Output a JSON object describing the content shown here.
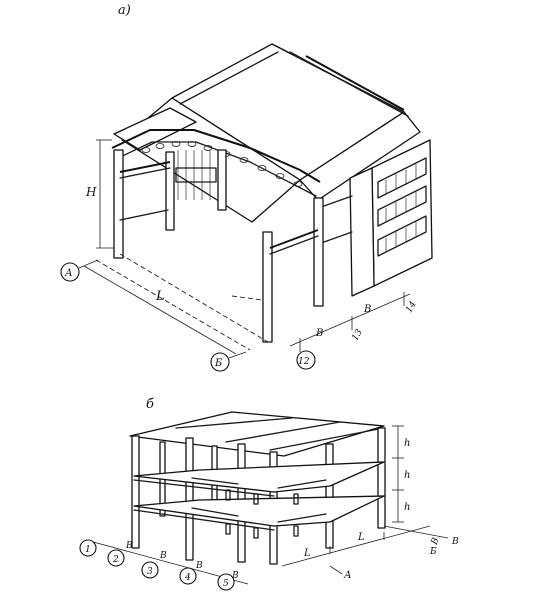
{
  "figure_a": {
    "label": "а)",
    "dim_height": "H",
    "dim_span": "L",
    "dim_b1": "B",
    "dim_b2": "B",
    "axis_letter_1": "А",
    "axis_letter_2": "Б",
    "axis_num_1": "12",
    "axis_num_2": "13",
    "axis_num_3": "14"
  },
  "figure_b": {
    "label": "б",
    "dim_h1": "h",
    "dim_h2": "h",
    "dim_h3": "h",
    "dim_l1": "L",
    "dim_l2": "L",
    "dim_b_right": "B",
    "axis_num_left_1": "1",
    "axis_num_left_2": "2",
    "axis_num_left_3": "3",
    "axis_num_left_4": "4",
    "axis_num_left_5": "5",
    "dim_b_1": "B",
    "dim_b_2": "B",
    "dim_b_3": "B",
    "dim_b_4": "B",
    "axis_letter_1": "А",
    "axis_letter_2": "Б",
    "axis_letter_3": "В"
  }
}
